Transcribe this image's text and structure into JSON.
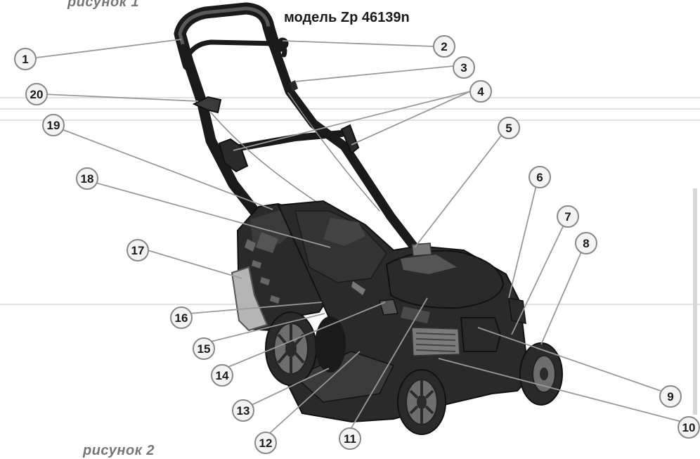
{
  "captions": {
    "figure_top": "рисунок 1",
    "figure_bottom": "рисунок 2"
  },
  "model_title": "модель Zp 46139n",
  "callouts": [
    "1",
    "2",
    "3",
    "4",
    "5",
    "6",
    "7",
    "8",
    "9",
    "10",
    "11",
    "12",
    "13",
    "14",
    "15",
    "16",
    "17",
    "18",
    "19",
    "20"
  ],
  "colors": {
    "body": "#2a2a2a",
    "shadow": "#111111",
    "highlight": "#6e6e6e",
    "bag": "#b5b5b5",
    "callout_fill": "#f4f4f4",
    "leader": "#999999"
  }
}
